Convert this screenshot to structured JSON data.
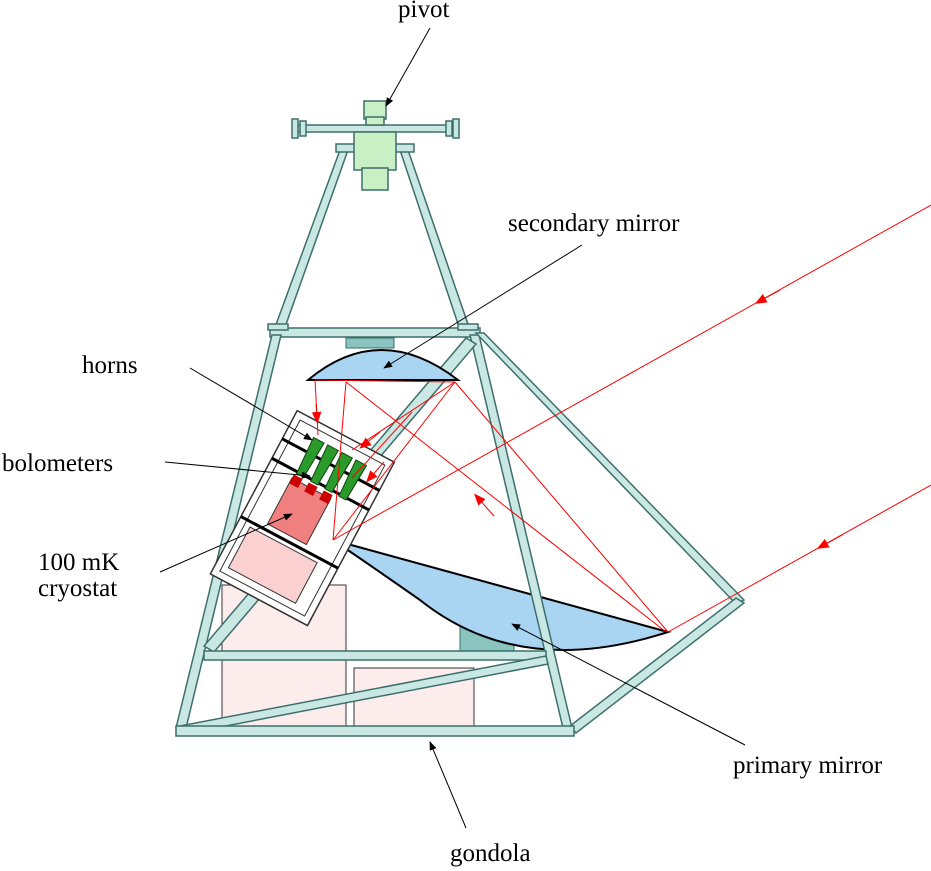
{
  "labels": {
    "pivot": "pivot",
    "secondary_mirror": "secondary mirror",
    "horns": "horns",
    "bolometers": "bolometers",
    "cryostat_line1": "100 mK",
    "cryostat_line2": "cryostat",
    "primary_mirror": "primary mirror",
    "gondola": "gondola"
  },
  "colors": {
    "frame_fill": "#c9e8e4",
    "frame_stroke": "#3d6f6c",
    "pivot_fill": "#c8f0c4",
    "mirror_fill": "#a9d4f2",
    "mirror_mount": "#8ac4be",
    "ray": "#ff0000",
    "cryostat_fill": "#f08080",
    "cryostat_light": "#fbd0d0",
    "horn": "#2a9a2a",
    "bolometer": "#cc0000",
    "box_fill": "#fcecec"
  }
}
